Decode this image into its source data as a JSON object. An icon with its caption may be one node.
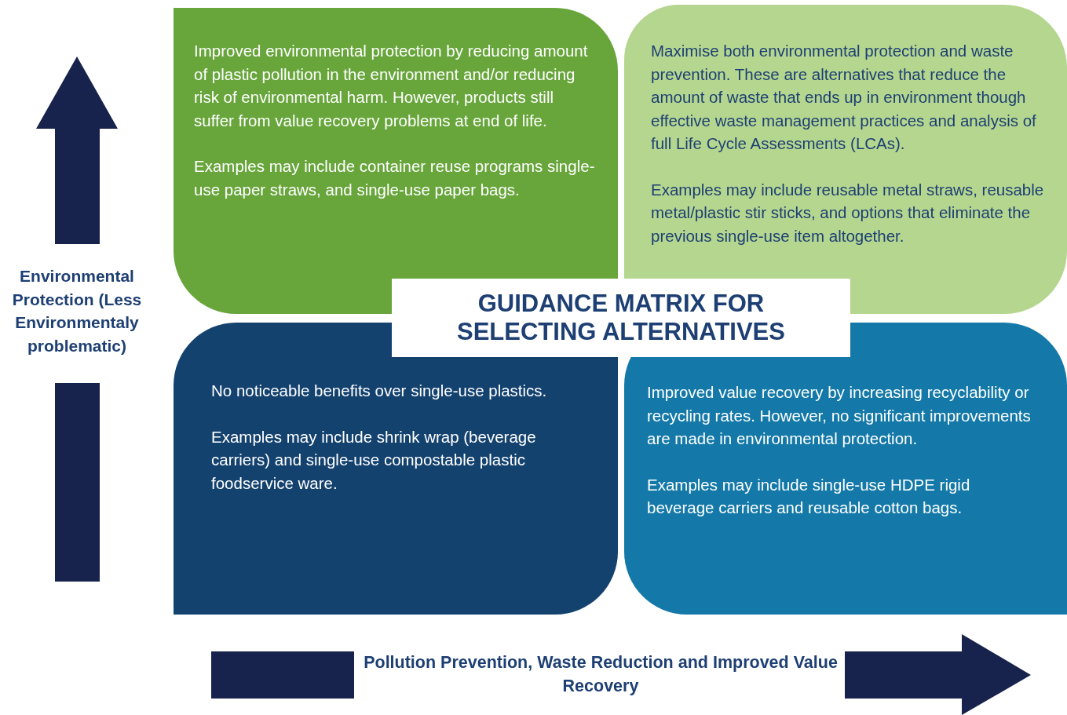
{
  "diagram": {
    "title": "GUIDANCE MATRIX FOR SELECTING ALTERNATIVES",
    "nodes": [
      {
        "text": [
          "Improved environmental protection by reducing amount of plastic pollution in the environment and/or reducing risk of environmental harm. However, products still suffer from value recovery problems at end of life.",
          "Examples may include container reuse programs single-use paper straws, and single-use paper bags."
        ]
      },
      {
        "text": [
          "Maximise both environmental protection and waste prevention. These are alternatives that reduce the amount of waste that ends up in environment though effective waste management practices and analysis of full Life Cycle Assessments (LCAs).",
          "Examples may include reusable metal straws, reusable metal/plastic stir sticks, and options that eliminate the previous single-use item altogether."
        ]
      },
      {
        "text": [
          "No noticeable benefits over single-use plastics.",
          "Examples may include shrink wrap (beverage carriers) and single-use compostable plastic foodservice ware."
        ]
      },
      {
        "text": [
          "Improved value recovery by increasing recyclability or recycling rates. However, no significant improvements are made in environmental protection.",
          "Examples may include single-use HDPE rigid beverage carriers and reusable cotton bags."
        ]
      }
    ],
    "labels": [
      "Environmental Protection (Less Environmentaly problematic)",
      "Pollution Prevention, Waste Reduction and Improved Value Recovery"
    ]
  }
}
